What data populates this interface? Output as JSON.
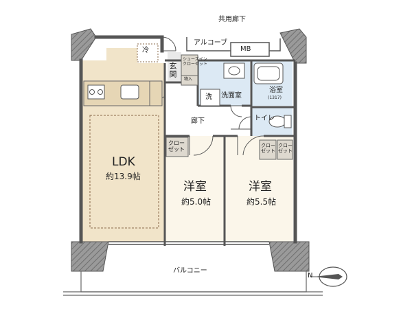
{
  "labels": {
    "corridor_shared": "共用廊下",
    "alcove": "アルコーブ",
    "mb": "MB",
    "fridge": "冷",
    "entrance": "玄関",
    "shoe_closet": "シューズイン\nクローゼット",
    "storage_small": "物入",
    "washroom": "洗面室",
    "washer": "洗",
    "bath": "浴室",
    "bath_size": "(1317)",
    "hallway": "廊下",
    "toilet": "トイレ",
    "closet_1": "クロー\nゼット",
    "closet_2": "クロー\nゼット",
    "closet_3": "クロー\nゼット",
    "ldk_name": "LDK",
    "ldk_size": "約13.9帖",
    "western1_name": "洋室",
    "western1_size": "約5.0帖",
    "western2_name": "洋室",
    "western2_size": "約5.5帖",
    "balcony": "バルコニー",
    "compass": "N"
  },
  "colors": {
    "wall": "#8a8a8a",
    "wall_dark": "#555555",
    "ldk_floor": "#f1e4c9",
    "room_floor": "#fbf6ea",
    "wet_floor": "#dce9f4",
    "closet_fill": "#ded9cf",
    "line": "#444444"
  }
}
